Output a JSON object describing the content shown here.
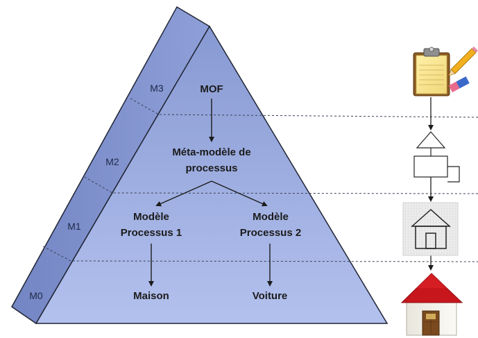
{
  "levels": [
    {
      "id": "m3",
      "label": "M3"
    },
    {
      "id": "m2",
      "label": "M2"
    },
    {
      "id": "m1",
      "label": "M1"
    },
    {
      "id": "m0",
      "label": "M0"
    }
  ],
  "nodes": {
    "mof": "MOF",
    "meta_line1": "Méta-modèle de",
    "meta_line2": "processus",
    "p1_line1": "Modèle",
    "p1_line2": "Processus 1",
    "p2_line1": "Modèle",
    "p2_line2": "Processus 2",
    "maison": "Maison",
    "voiture": "Voiture"
  },
  "icons": {
    "m3": "clipboard-pencil-icon",
    "m2": "uml-class-diagram-icon",
    "m1": "house-sketch-icon",
    "m0": "house-icon"
  },
  "colors": {
    "pyramid_front": "#a6b5e6",
    "pyramid_side": "#7f93d0",
    "outline": "#1f2433",
    "roof": "#c8161d",
    "door": "#7a4a1e"
  }
}
